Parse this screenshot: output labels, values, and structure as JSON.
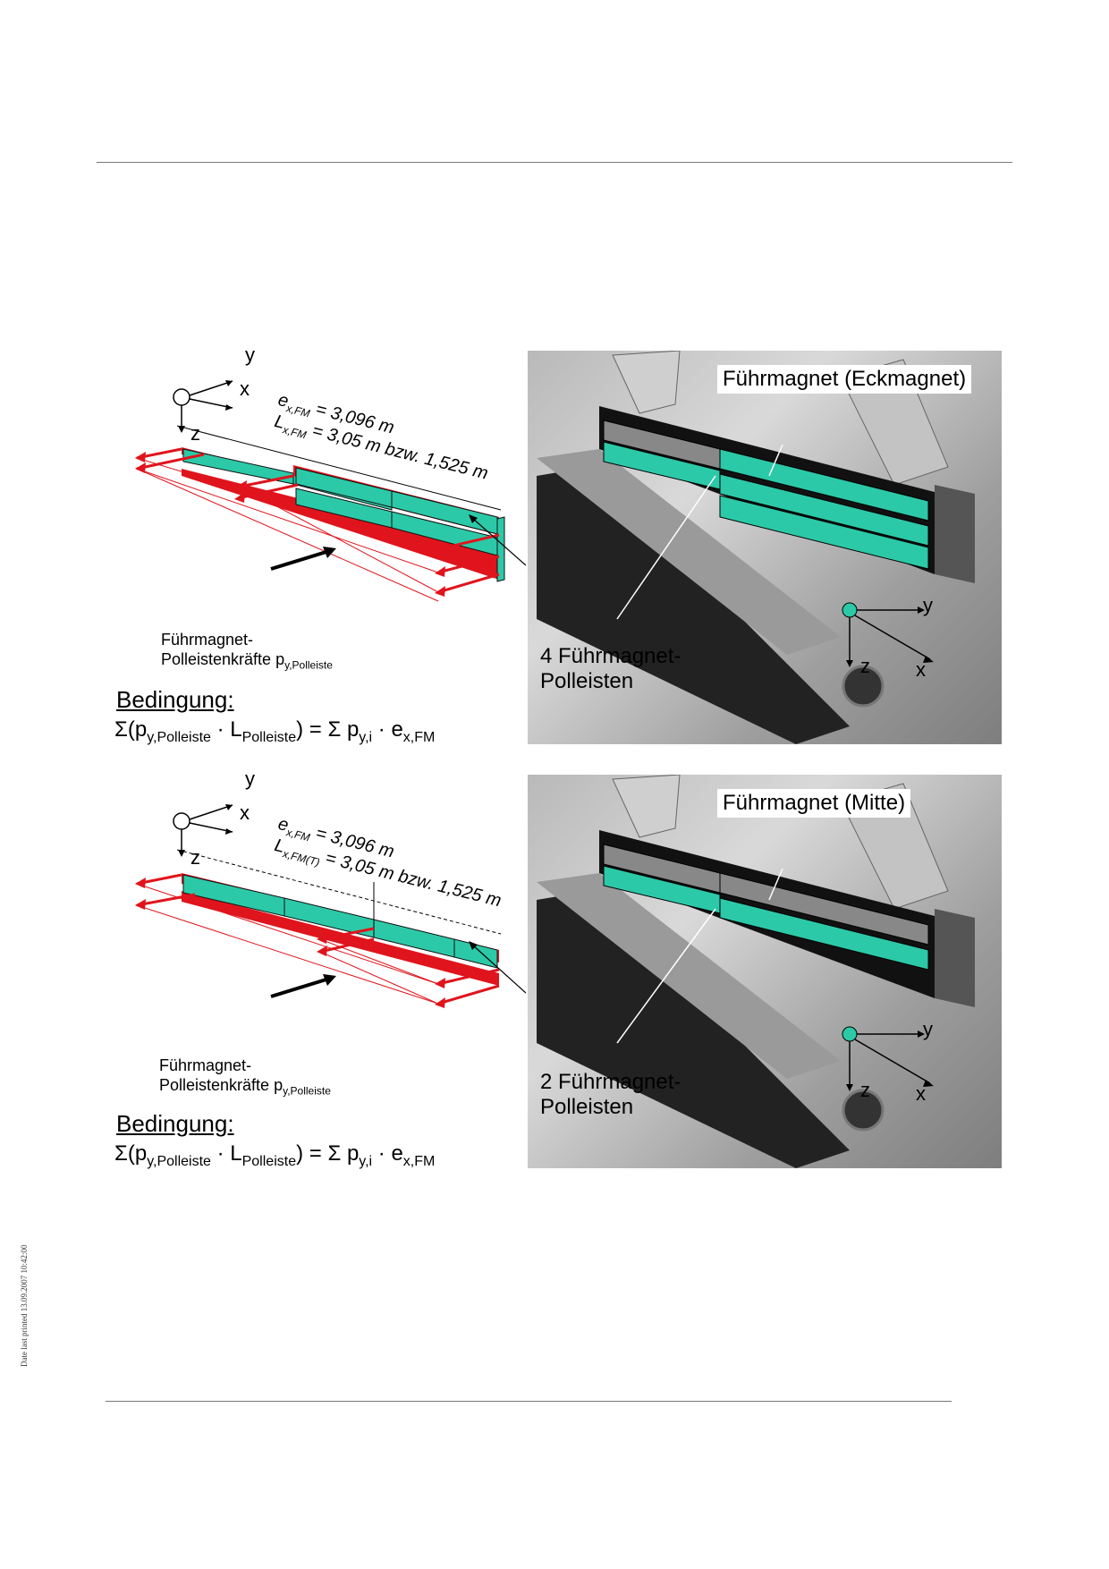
{
  "panels": [
    {
      "photo_label": "Führmagnet (Eckmagnet)",
      "caption_line1": "4 Führmagnet-",
      "caption_line2": "Polleisten",
      "dim_line1_main": "e",
      "dim_line1_sub": "x,FM",
      "dim_line1_rest": " = 3,096 m",
      "dim_line2_main": "L",
      "dim_line2_sub": "x,FM",
      "dim_line2_rest": " = 3,05 m bzw. 1,525 m",
      "force_label_line1": "Führmagnet-",
      "force_label_line2": "Polleistenkräfte p",
      "force_label_sub": "y,Polleiste",
      "bedingung": "Bedingung:",
      "axes": {
        "y": "y",
        "x": "x",
        "z": "z"
      }
    },
    {
      "photo_label": "Führmagnet (Mitte)",
      "caption_line1": "2 Führmagnet-",
      "caption_line2": "Polleisten",
      "dim_line1_main": "e",
      "dim_line1_sub": "x,FM",
      "dim_line1_rest": " = 3,096 m",
      "dim_line2_main": "L",
      "dim_line2_sub": "x,FM(T)",
      "dim_line2_rest": " = 3,05 m bzw. 1,525 m",
      "force_label_line1": "Führmagnet-",
      "force_label_line2": "Polleistenkräfte p",
      "force_label_sub": "y,Polleiste",
      "bedingung": "Bedingung:",
      "axes": {
        "y": "y",
        "x": "x",
        "z": "z"
      }
    }
  ],
  "formula": {
    "open": "Σ(p",
    "sub1": "y,Polleiste",
    "dot1": " · L",
    "sub2": "Polleiste",
    "mid": ") = Σ p",
    "sub3": "y,i",
    "dot2": "  · e",
    "sub4": "x,FM"
  },
  "side_text": "Date last printed 13.09.2007 10:42:00",
  "colors": {
    "red": "#e0141c",
    "teal": "#2cc9a8",
    "rule": "#777777"
  }
}
